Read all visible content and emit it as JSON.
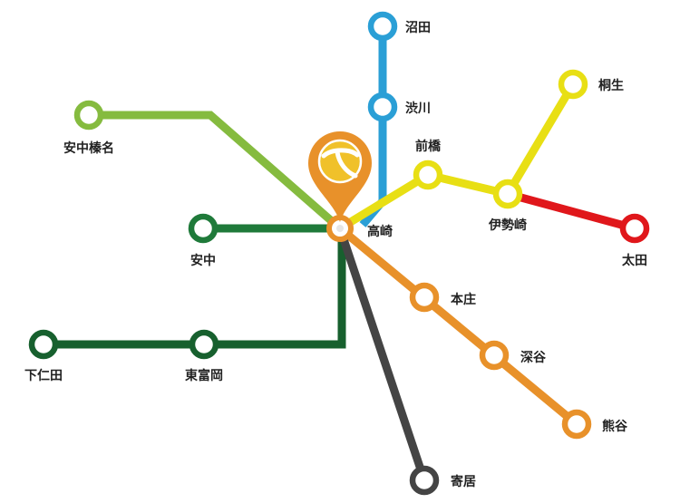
{
  "colors": {
    "line_gunma": "#2A9FD6",
    "line_joshin": "#85BB3F",
    "line_shinetsu": "#1F7A3A",
    "line_joetsu": "#17602E",
    "line_ryomo": "#E8DF14",
    "line_isesaki": "#E0171B",
    "line_takasaki": "#E8912A",
    "line_hachiko": "#444444",
    "hub_pin": "#E8912A",
    "label_text": "#222222"
  },
  "hub": {
    "name": "高崎",
    "icon": "map-pin-icon"
  },
  "stations": {
    "numata": "沼田",
    "shibukawa": "渋川",
    "annaka_haruna": "安中榛名",
    "maebashi": "前橋",
    "kiryu": "桐生",
    "isesaki": "伊勢崎",
    "ota": "太田",
    "annaka": "安中",
    "honjo": "本庄",
    "fukaya": "深谷",
    "kumagaya": "熊谷",
    "shimonita": "下仁田",
    "tomioka": "東富岡",
    "yorii": "寄居"
  }
}
